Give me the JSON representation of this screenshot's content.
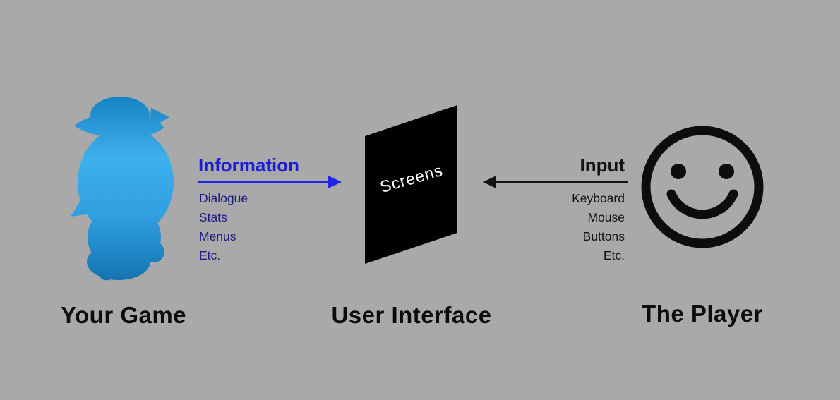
{
  "canvas": {
    "background": "#a9a9a9"
  },
  "your_game": {
    "label": "Your Game",
    "silhouette_gradient_top": "#1581c0",
    "silhouette_gradient_mid": "#3fb0ee",
    "silhouette_gradient_bottom": "#1473b0"
  },
  "user_interface": {
    "label": "User Interface",
    "screen_text": "Screens",
    "screen_color": "#000000",
    "screen_text_color": "#ffffff"
  },
  "the_player": {
    "label": "The Player",
    "face_color": "#0d0d0d"
  },
  "information_flow": {
    "title": "Information",
    "title_color": "#1b1bd8",
    "arrow_color": "#2323f0",
    "items_color": "#1c1c86",
    "items": [
      "Dialogue",
      "Stats",
      "Menus",
      "Etc."
    ]
  },
  "input_flow": {
    "title": "Input",
    "arrow_color": "#131313",
    "items_color": "#131313",
    "items": [
      "Keyboard",
      "Mouse",
      "Buttons",
      "Etc."
    ]
  }
}
